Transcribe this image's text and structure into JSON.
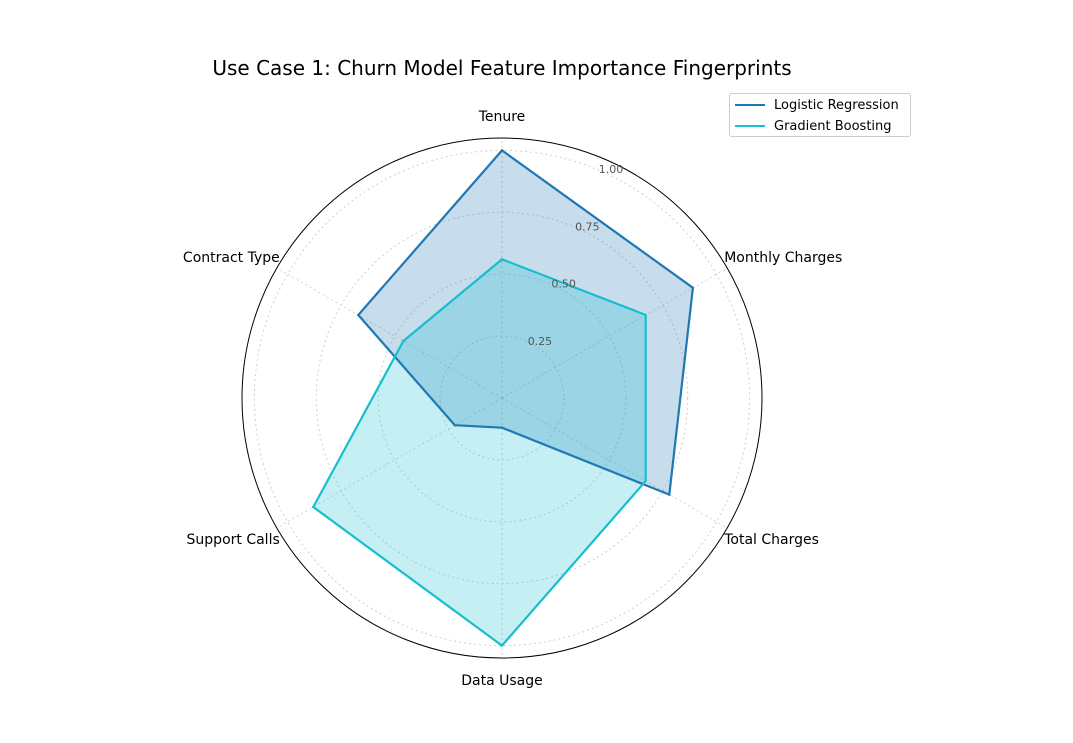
{
  "chart_data": {
    "type": "radar",
    "title": "Use Case 1: Churn Model Feature Importance Fingerprints",
    "categories": [
      "Tenure",
      "Monthly Charges",
      "Total Charges",
      "Data Usage",
      "Support Calls",
      "Contract Type"
    ],
    "radial_ticks": [
      "0.25",
      "0.50",
      "0.75",
      "1.00"
    ],
    "radial_tick_values": [
      0.25,
      0.5,
      0.75,
      1.0
    ],
    "rlim": [
      0,
      1.05
    ],
    "grid": true,
    "legend_position": "top-right",
    "series": [
      {
        "name": "Logistic Regression",
        "color": "#1f77b4",
        "values": [
          1.0,
          0.89,
          0.78,
          0.12,
          0.22,
          0.67
        ]
      },
      {
        "name": "Gradient Boosting",
        "color": "#17becf",
        "values": [
          0.56,
          0.67,
          0.67,
          1.0,
          0.88,
          0.46
        ]
      }
    ]
  }
}
